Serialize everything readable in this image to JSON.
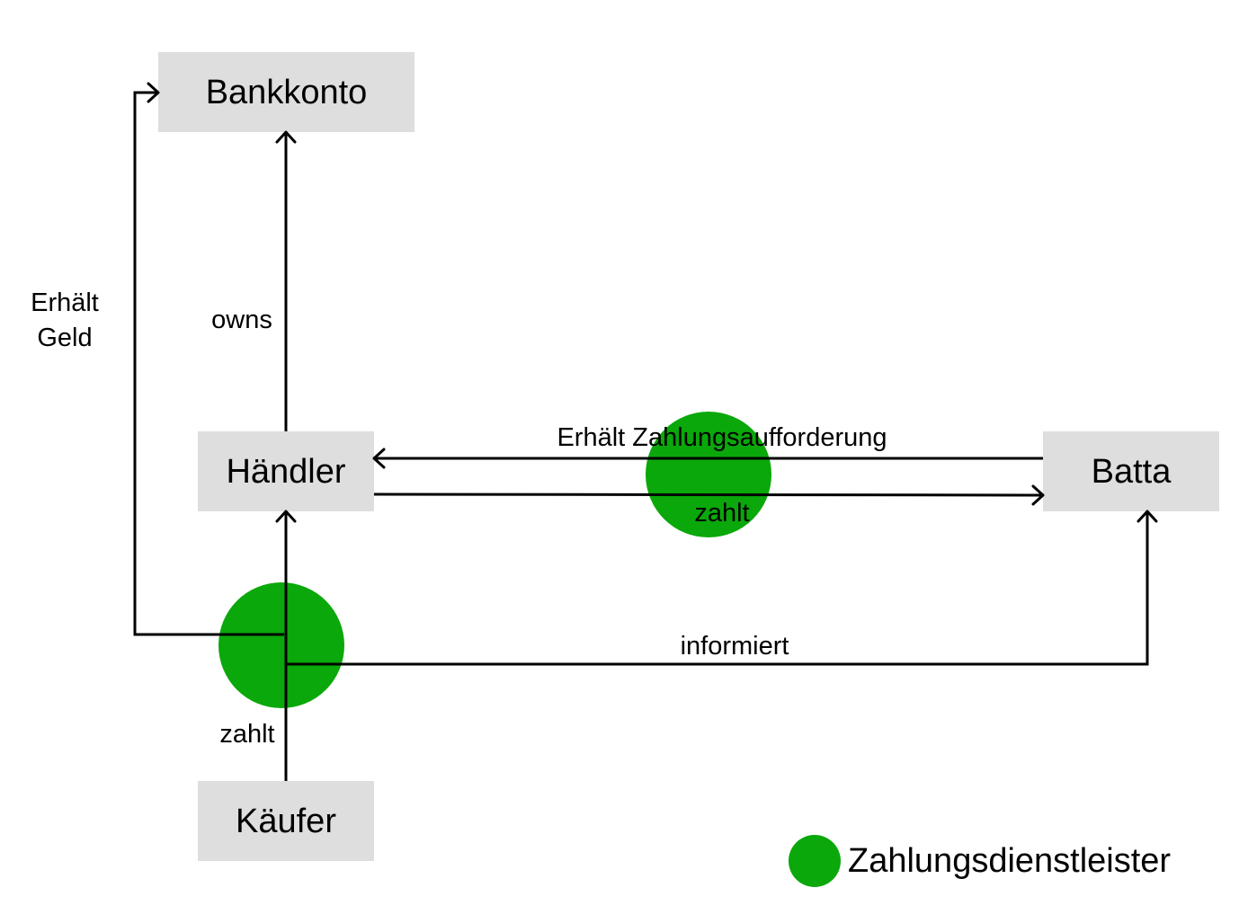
{
  "nodes": {
    "bankkonto": "Bankkonto",
    "haendler": "Händler",
    "batta": "Batta",
    "kaeufer": "Käufer"
  },
  "edges": {
    "erhaelt_geld_line1": "Erhält",
    "erhaelt_geld_line2": "Geld",
    "owns": "owns",
    "erhaelt_zahlungsaufforderung": "Erhält Zahlungsaufforderung",
    "zahlt_to_batta": "zahlt",
    "informiert": "informiert",
    "zahlt_from_kaeufer": "zahlt"
  },
  "legend": {
    "label": "Zahlungsdienstleister"
  },
  "colors": {
    "payment_provider": "#0aa80a",
    "node_fill": "#dedede",
    "line": "#000000"
  }
}
